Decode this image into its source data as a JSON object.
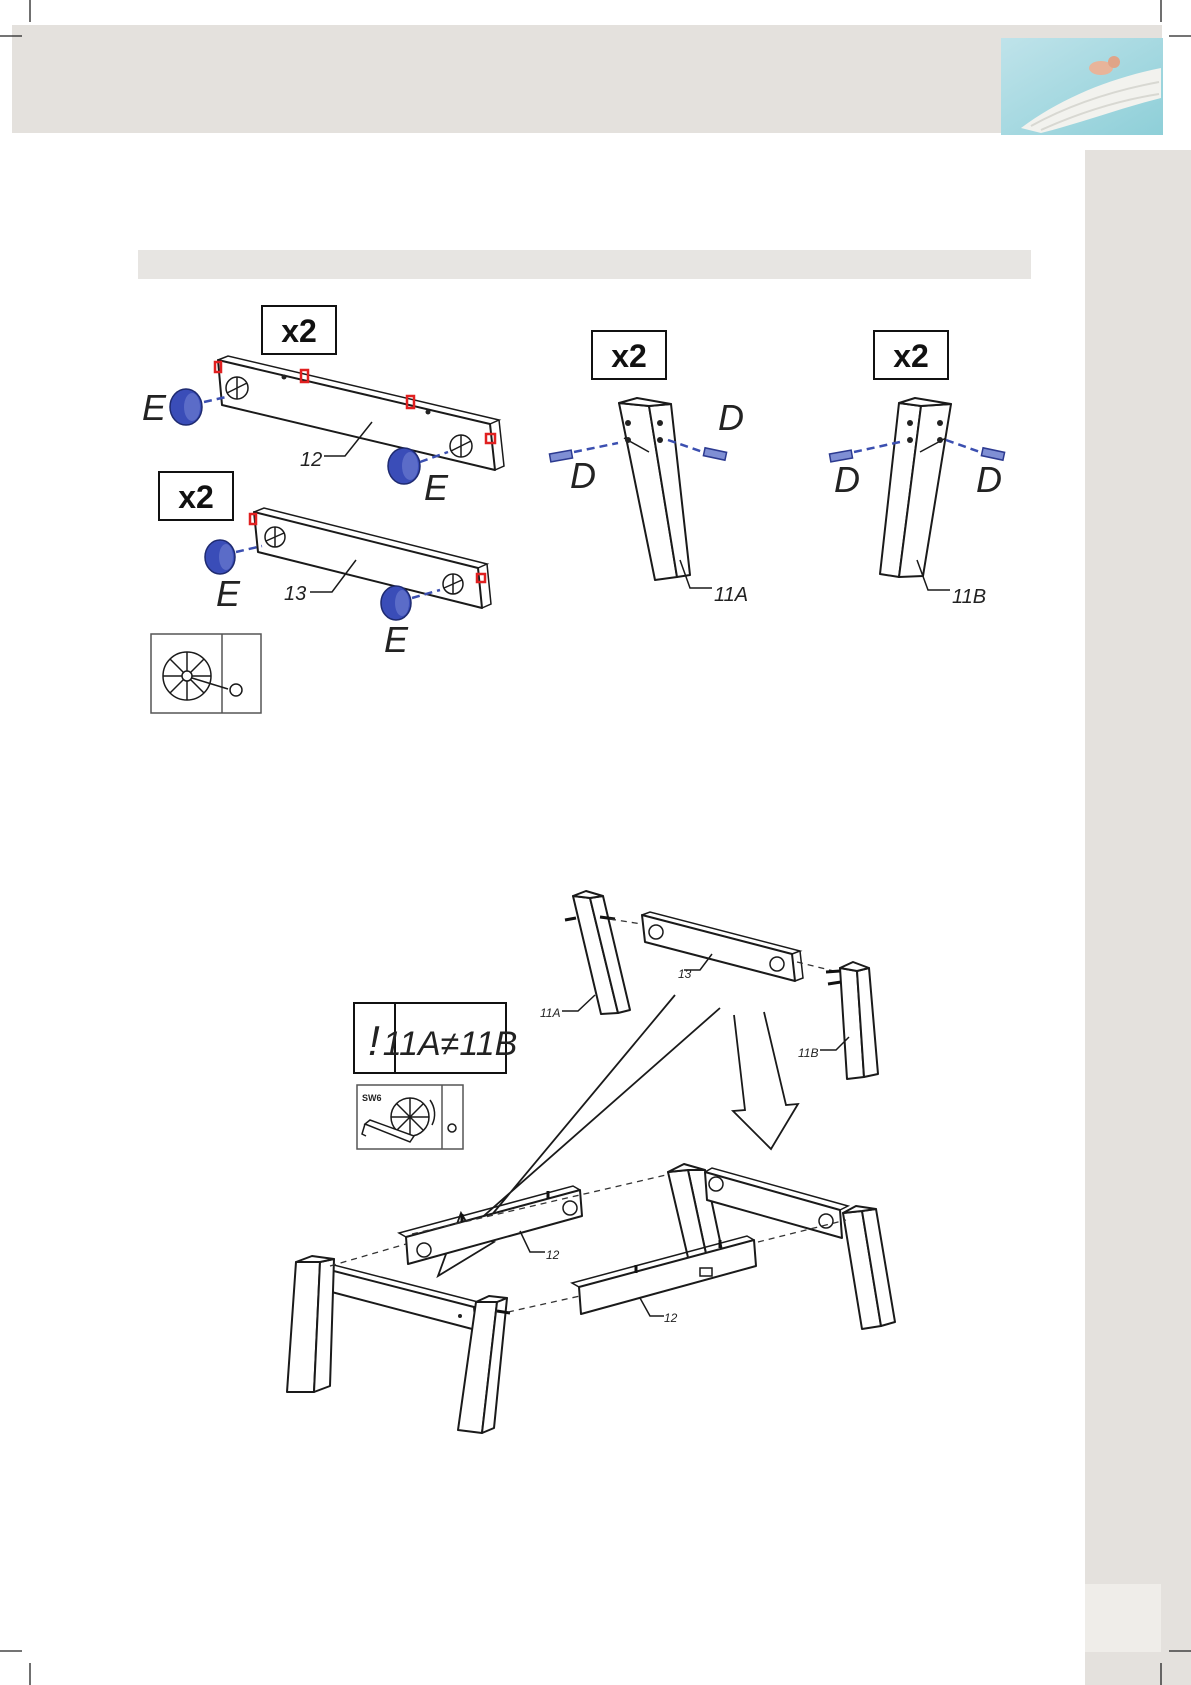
{
  "labels": {
    "qty_mark": "x2",
    "part_12": "12",
    "part_13": "13",
    "part_11a": "11A",
    "part_11b": "11B",
    "fitting_e": "E",
    "fitting_d": "D",
    "warning_symbol": "!",
    "warning_text": "11A≠11B",
    "tool_size": "SW6"
  },
  "colors": {
    "header": "#e4e1dd",
    "fitting_blue": "#3a4db8",
    "marker_red": "#e02020"
  }
}
